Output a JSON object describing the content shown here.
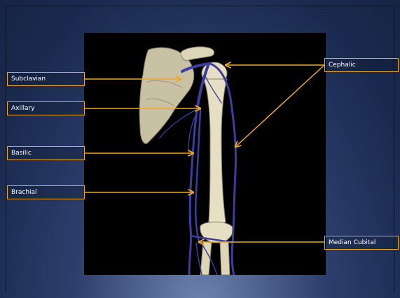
{
  "labels": {
    "subclavian": "Subclavian",
    "axillary": "Axillary",
    "basilic": "Basilic",
    "brachial": "Brachial",
    "cephalic": "Cephalic",
    "median_cubital": "Median Cubital"
  },
  "colors": {
    "accent": "#e8a928",
    "vein": "#3c3d9e",
    "bone": "#e6dfc4",
    "panel": "#000000"
  }
}
